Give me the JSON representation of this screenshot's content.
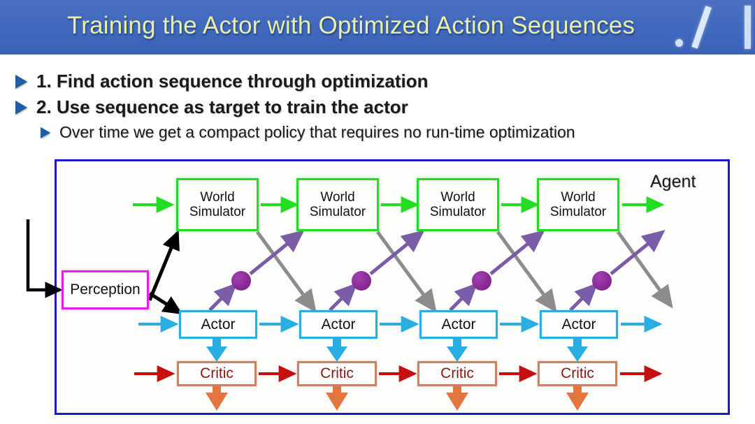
{
  "slide": {
    "title": "Training the Actor with Optimized Action Sequences",
    "title_bg": "#4169bd",
    "title_color": "#e8f0a8",
    "bullets": [
      {
        "level": 1,
        "text": "1. Find action sequence through optimization"
      },
      {
        "level": 1,
        "text": "2. Use sequence as target to train the actor"
      },
      {
        "level": 2,
        "text": "Over time we get a compact policy that requires no run-time optimization"
      }
    ]
  },
  "diagram": {
    "frame_color": "#1a1ac8",
    "agent_label": "Agent",
    "perception_label": "Perception",
    "perception_color": "#e81fe8",
    "world_simulator_label_line1": "World",
    "world_simulator_label_line2": "Simulator",
    "world_simulator_color": "#22dd22",
    "actor_label": "Actor",
    "actor_color": "#2aaee2",
    "critic_label": "Critic",
    "critic_color": "#c98264",
    "critic_text_color": "#8c1616",
    "columns": 4,
    "node_dot_color": "#8b2a96",
    "gray_arrow_color": "#8c8c8c",
    "purple_arrow_color": "#7b5ca8",
    "red_arrow_color": "#c41010",
    "orange_arrow_color": "#e3763f",
    "black_arrow_color": "#000000",
    "world_simulators": [
      {
        "line1": "World",
        "line2": "Simulator"
      },
      {
        "line1": "World",
        "line2": "Simulator"
      },
      {
        "line1": "World",
        "line2": "Simulator"
      },
      {
        "line1": "World",
        "line2": "Simulator"
      }
    ],
    "actors": [
      "Actor",
      "Actor",
      "Actor",
      "Actor"
    ],
    "critics": [
      "Critic",
      "Critic",
      "Critic",
      "Critic"
    ]
  }
}
